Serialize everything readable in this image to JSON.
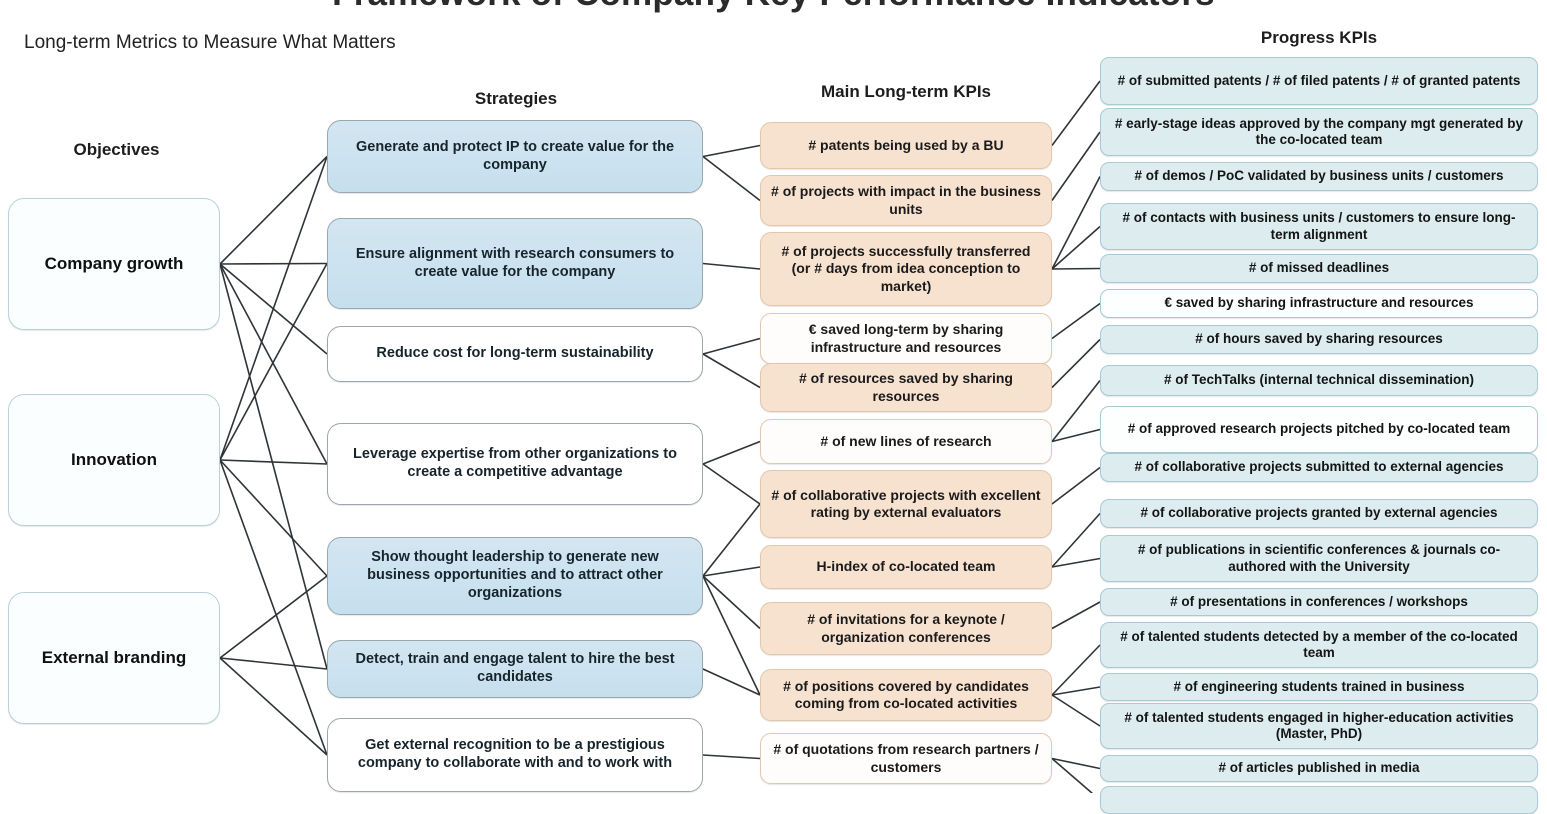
{
  "title": "Framework of Company Key Performance Indicators",
  "subtitle": "Long-term Metrics to Measure What Matters",
  "columns": {
    "objectives_header": "Objectives",
    "strategies_header": "Strategies",
    "main_kpis_header": "Main Long-term KPIs",
    "progress_kpis_header": "Progress KPIs"
  },
  "colors": {
    "objective_fill": "#fbfeff",
    "objective_border": "#b9d2d8",
    "strategy_fill": "#cde1ee",
    "strategy_border": "#9aa7ad",
    "main_kpi_fill": "#f7e2d0",
    "main_kpi_border": "#e2c7ad",
    "progress_kpi_fill": "#dcecef",
    "progress_kpi_border": "#a9cad4",
    "connector": "#2f3438",
    "background": "#ffffff"
  },
  "objectives": [
    {
      "label": "Company growth"
    },
    {
      "label": "Innovation"
    },
    {
      "label": "External branding"
    }
  ],
  "strategies": [
    {
      "label": "Generate and protect IP to create value for the company",
      "style": "fill"
    },
    {
      "label": "Ensure alignment with research consumers to create value for the company",
      "style": "fill"
    },
    {
      "label": "Reduce cost for long-term sustainability",
      "style": "plain"
    },
    {
      "label": "Leverage expertise from other organizations to create a competitive advantage",
      "style": "plain"
    },
    {
      "label": "Show thought leadership to generate new business opportunities and to attract other organizations",
      "style": "fill"
    },
    {
      "label": "Detect, train and engage talent to hire the best candidates",
      "style": "fill"
    },
    {
      "label": "Get external recognition to be a prestigious company to collaborate  with and to work with",
      "style": "plain"
    }
  ],
  "main_kpis": [
    {
      "label": "# patents being used by a BU",
      "style": "fill"
    },
    {
      "label": "# of projects with impact in the business units",
      "style": "fill"
    },
    {
      "label": "# of projects successfully transferred (or # days from idea conception to market)",
      "style": "fill"
    },
    {
      "label": "€ saved long-term by sharing infrastructure and resources",
      "style": "plain"
    },
    {
      "label": "# of resources saved by sharing resources",
      "style": "fill"
    },
    {
      "label": "# of new lines of research",
      "style": "plain"
    },
    {
      "label": "# of collaborative projects with excellent rating by external evaluators",
      "style": "fill"
    },
    {
      "label": "H-index of co-located team",
      "style": "fill"
    },
    {
      "label": "# of invitations for a keynote / organization conferences",
      "style": "fill"
    },
    {
      "label": "# of positions covered by candidates coming from co-located activities",
      "style": "fill"
    },
    {
      "label": "# of quotations from research partners / customers",
      "style": "plain"
    }
  ],
  "progress_kpis": [
    {
      "label": "# of submitted patents / # of filed patents / # of granted patents",
      "style": "fill"
    },
    {
      "label": "# early-stage ideas approved by the company mgt generated by the co-located team",
      "style": "fill"
    },
    {
      "label": "# of demos / PoC validated by business units / customers",
      "style": "fill"
    },
    {
      "label": "# of contacts with business units / customers to ensure long-term alignment",
      "style": "fill"
    },
    {
      "label": "# of missed deadlines",
      "style": "fill"
    },
    {
      "label": "€ saved by sharing infrastructure and resources",
      "style": "plain"
    },
    {
      "label": "# of hours saved by sharing resources",
      "style": "fill"
    },
    {
      "label": "# of TechTalks (internal technical dissemination)",
      "style": "fill"
    },
    {
      "label": "# of approved research projects pitched by co-located team",
      "style": "plain"
    },
    {
      "label": "# of collaborative projects submitted to external agencies",
      "style": "fill"
    },
    {
      "label": "# of collaborative projects granted by external agencies",
      "style": "fill"
    },
    {
      "label": "# of publications in scientific conferences & journals co-authored with the University",
      "style": "fill"
    },
    {
      "label": "# of presentations in conferences / workshops",
      "style": "fill"
    },
    {
      "label": "# of talented students detected by a member of the co-located team",
      "style": "fill"
    },
    {
      "label": "# of engineering students trained in business",
      "style": "fill"
    },
    {
      "label": "# of talented students engaged in higher-education activities (Master, PhD)",
      "style": "fill"
    },
    {
      "label": "# of articles published in media",
      "style": "fill"
    },
    {
      "label": "",
      "style": "fill"
    }
  ]
}
